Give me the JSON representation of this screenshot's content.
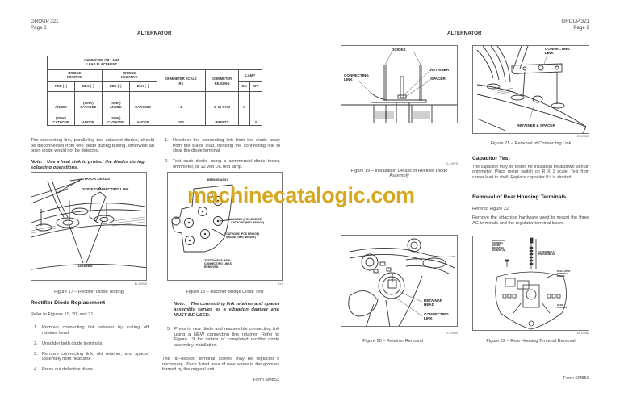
{
  "left_page": {
    "header": {
      "group": "GROUP 321",
      "page": "Page 8"
    },
    "title": "ALTERNATOR",
    "table": {
      "caption_header": [
        "OHMMETER OR LAMP",
        "LEAD PLACEMENT"
      ],
      "bridge_positive": [
        "BRIDGE",
        "POSITIVE"
      ],
      "bridge_negative": [
        "BRIDGE",
        "NEGATIVE"
      ],
      "ohmmeter_scale": "OHMMETER SCALE",
      "ohmmeter": "OHMMETER",
      "lamp": "LAMP",
      "sub_headers": {
        "red_pos": "RED  (+)",
        "blk_pos": "BLK (–)",
        "red_neg": "RED  (+)",
        "blk_neg": "BLK (–)",
        "rx": "RX",
        "reading": "READING",
        "on": "ON",
        "off": "OFF"
      },
      "rows": [
        {
          "red_pos": [
            "",
            "ANODE"
          ],
          "blk_pos": [
            "(SINK)",
            "CATHODE"
          ],
          "red_neg": [
            "(SINK)",
            "ANODE"
          ],
          "blk_neg": [
            "",
            "CATHODE"
          ],
          "scale": "1",
          "reading": "5–15 OHM",
          "on": "X",
          "off": ""
        },
        {
          "red_pos": [
            "(SINK)",
            "CATHODE"
          ],
          "blk_pos": [
            "",
            "ANODE"
          ],
          "red_neg": [
            "(SINK)",
            "CATHODE"
          ],
          "blk_neg": [
            "",
            "ANODE"
          ],
          "scale": "100",
          "reading": "INFINITY",
          "on": "",
          "off": "X"
        }
      ]
    },
    "col1": {
      "intro": "The connecting link, paralleling two adjacent diodes, should be disconnected from one diode during testing, otherwise an open diode would not be detected.",
      "note_label": "Note:",
      "note_text": "Use a heat sink to protect the diodes during soldering operations."
    },
    "col2": {
      "steps": [
        {
          "num": "1.",
          "text": "Unsolder the connecting link from the diode away from the stator lead, bending the connecting link to clear the diode terminal."
        },
        {
          "num": "2.",
          "text": "Test each diode, using a commercial diode tester, ohmmeter, or 12 volt DC test lamp."
        }
      ]
    },
    "figure17": {
      "labels": {
        "stator_leads": "STATOR LEADS",
        "diode_link": "DIODE CONNECTING LINK",
        "diodes": "DIODES"
      },
      "code": "EL19978",
      "caption": "Figure 17 – Rectifier Diode Testing"
    },
    "figure18": {
      "labels": {
        "bridge_assy": "BRIDGE ASSY",
        "anode1": "* ANODE (POS BRIDGE)",
        "cathode1": "CATHODE (NEG BRIDGE)",
        "cathode2": "* CATHODE (POS BRIDGE)",
        "anode2": "ANODE (NEG BRIDGE)",
        "test1": "* TEST DIODES WITH",
        "test2": "CONNECTING LINKS",
        "test3": "REMOVED."
      },
      "code": "ELI",
      "caption": "Figure 18 – Rectifier Bridge Diode Test"
    },
    "replacement": {
      "heading": "Rectifier Diode Replacement",
      "refer": "Refer to Figures 19, 20, and 21.",
      "steps": [
        {
          "num": "1.",
          "text": "Remove connecting link retainer by cutting off retainer head."
        },
        {
          "num": "2.",
          "text": "Unsolder both diode terminals."
        },
        {
          "num": "3.",
          "text": "Remove connecting link, old retainer, and spacer assembly from heat sink."
        },
        {
          "num": "4.",
          "text": "Press out defective diode."
        }
      ]
    },
    "col2_bottom": {
      "note_label": "Note:",
      "note_text": "The connecting link retainer and spacer assembly serves as a vibration damper and MUST BE USED.",
      "step5_num": "5.",
      "step5": "Press in new diode and reassemble connecting link using a NEW connecting link retainer. Refer to Figure 19 for details of completed rectifier diode assembly installation.",
      "rib_text": "The rib–necked terminal screws may be replaced if necessary. Place fluted area of new screw in the grooves formed by the original unit."
    },
    "footer": "Form SM853"
  },
  "right_page": {
    "header": {
      "group": "GROUP 321",
      "page": "Page 9"
    },
    "title": "ALTERNATOR",
    "figure19": {
      "labels": {
        "diodes": "DIODES",
        "retainer": "RETAINER",
        "spacer": "SPACER",
        "link1": "CONNECTING",
        "link2": "LINK"
      },
      "code": "EL19979",
      "caption_line1": "Figure 19 – Installation Details of Rectifier Diode",
      "caption_line2": "Assembly"
    },
    "figure21": {
      "labels": {
        "link1": "CONNECTING",
        "link2": "LINK",
        "retainer_spacer": "RETAINER & SPACER"
      },
      "code": "EL19981",
      "caption": "Figure 21 – Removal of Connecting Link"
    },
    "capacitor": {
      "heading": "Capacitor Test",
      "text": "The capacitor may be tested for insulation breakdown with an ohmmeter. Place meter switch on R X 1 scale. Test from center lead to shell. Replace capacitor if it is shorted."
    },
    "rear_housing": {
      "heading": "Removal of Rear Housing Terminals",
      "refer": "Refer to Figure 22.",
      "text": "Remove the attaching hardware used to mount the three AC terminals and the regulator terminal board."
    },
    "figure20": {
      "labels": {
        "retainer1": "RETAINER",
        "retainer2": "HEAD",
        "link1": "CONNECTING",
        "link2": "LINK"
      },
      "code": "EL19980",
      "caption": "Figure 20 – Retainer Removal"
    },
    "figure22": {
      "labels": {
        "reg1": "REGULATOR",
        "reg2": "TERMINAL",
        "reg3": "BOARD",
        "reg4": "MOUNTING",
        "reg5": "SCREWS (3)",
        "ac1": "AC TERMINALS",
        "ac2": "DISASSEMBLED",
        "rtb1": "REGULATOR",
        "rtb2": "TERMINAL",
        "rtb3": "BOARD",
        "rear1": "REAR",
        "rear2": "HOUSING"
      },
      "code": "EL19982",
      "caption": "Figure 22 – Rear Housing Terminal Removal"
    },
    "footer": "Form SM853"
  },
  "watermark": "machinecatalogic.com",
  "colors": {
    "watermark": "#d4a416",
    "text": "#444444",
    "border": "#777777"
  }
}
